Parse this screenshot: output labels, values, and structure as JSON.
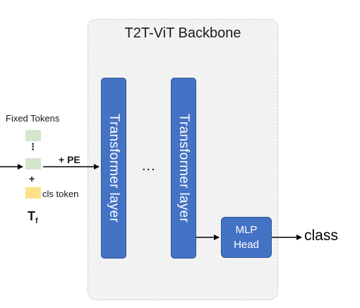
{
  "backbone": {
    "title": "T2T-ViT Backbone"
  },
  "inputs": {
    "fixed_tokens_label": "Fixed Tokens",
    "dots": "⋮",
    "plus": "+",
    "cls_token_label": "cls token",
    "tf_main": "T",
    "tf_sub": "f",
    "pe_label": "+ PE"
  },
  "layers": [
    {
      "label": "Transformer  layer"
    },
    {
      "label": "Transformer  layer"
    }
  ],
  "between_layers": "...",
  "head": {
    "line1": "MLP",
    "line2": "Head"
  },
  "output": {
    "label": "class"
  },
  "colors": {
    "layer_fill": "#4472c4",
    "token_green": "#d3e6cc",
    "cls_yellow": "#ffe08a",
    "panel_bg": "#f2f2f2"
  }
}
